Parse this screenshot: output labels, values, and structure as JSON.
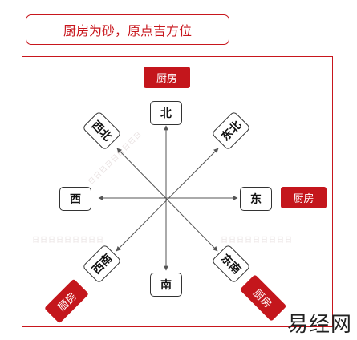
{
  "title": "厨房为砂，原点吉方位",
  "directions": {
    "north": "北",
    "northeast": "东北",
    "east": "东",
    "southeast": "东南",
    "south": "南",
    "southwest": "西南",
    "west": "西",
    "northwest": "西北"
  },
  "kitchen_tags": {
    "north": "厨房",
    "east": "厨房",
    "southeast": "厨房",
    "southwest": "厨房"
  },
  "watermark": "日日日日日日日日日",
  "brand": "易经网",
  "colors": {
    "accent": "#c8161d",
    "line": "#555555"
  }
}
